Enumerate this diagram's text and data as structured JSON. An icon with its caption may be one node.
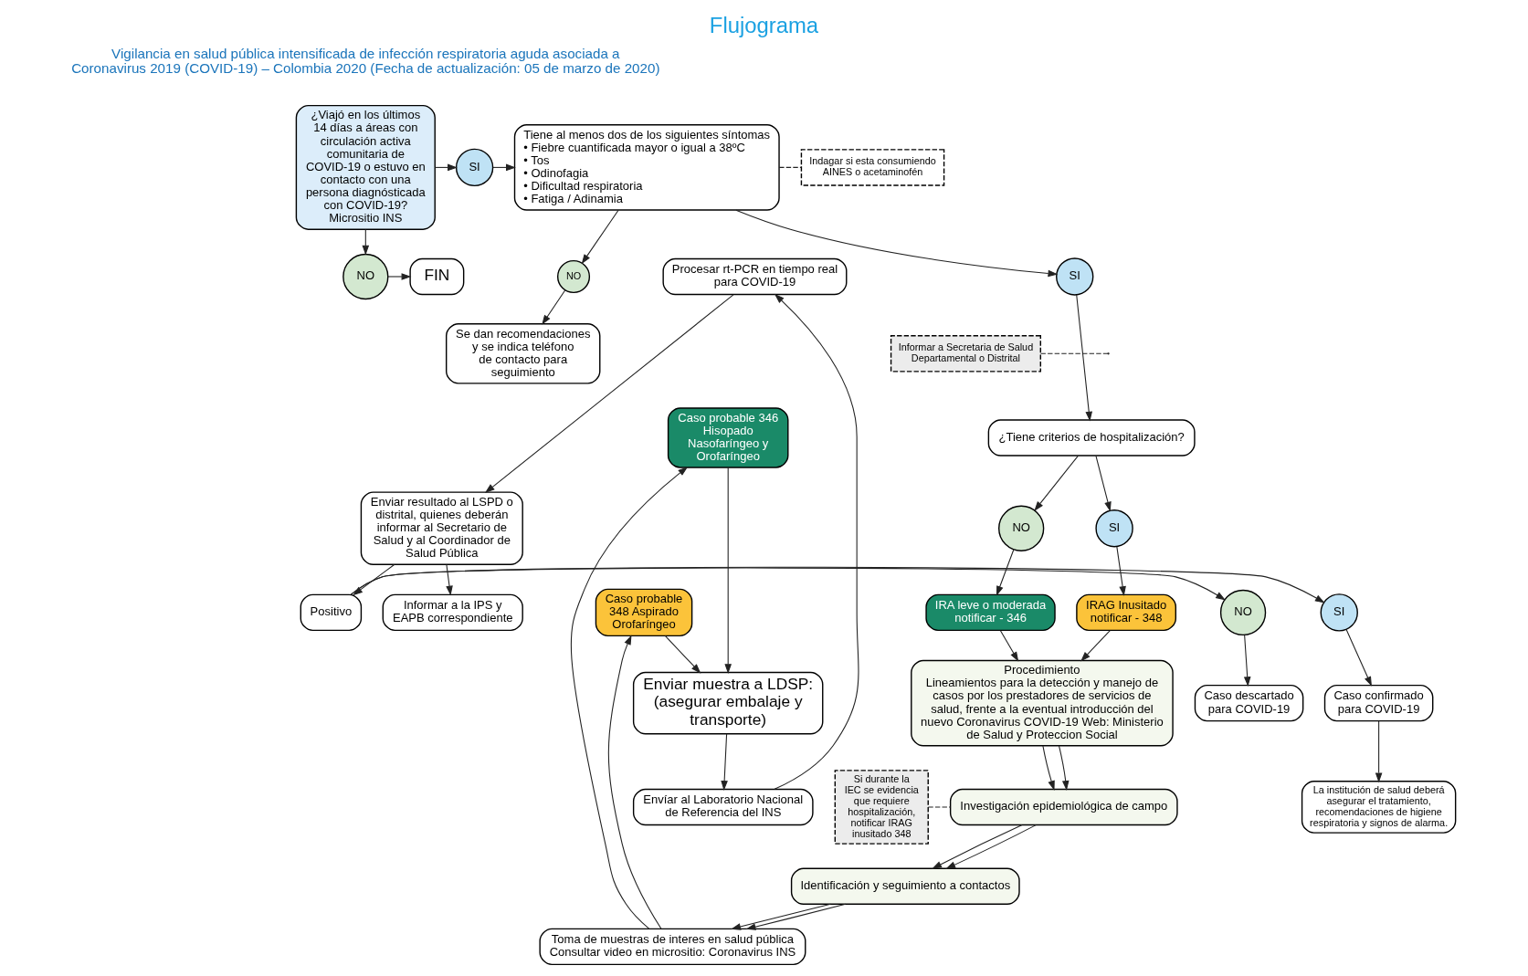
{
  "diagram": {
    "title": "Flujograma",
    "nodes": [
      {
        "text": [
          "¿Viajó en los últimos 14 días a áreas con circulación activa comunitaria de COVID-19 o estuvo en contacto con una persona diagnósticada con COVID-19?",
          "Micrositio INS"
        ]
      },
      {
        "text": [
          "SI"
        ]
      },
      {
        "text": [
          "Tiene al menos dos de los siguientes síntomas",
          "• Fiebre cuantificada mayor o igual a 38ºC",
          "• Tos",
          "• Odinofagia",
          "• Dificultad respiratoria",
          "• Fatiga / Adinamia"
        ]
      },
      {
        "text": [
          "Indagar si esta consumiendo AINES o acetaminofén"
        ]
      },
      {
        "text": [
          "NO"
        ]
      },
      {
        "text": [
          "FIN"
        ]
      },
      {
        "text": [
          "SI"
        ]
      },
      {
        "text": [
          "Informar a Secretaria de Salud Departamental o Distrital"
        ]
      },
      {
        "text": [
          "NO"
        ]
      },
      {
        "text": [
          "Se dan recomendaciones y se indica teléfono de contacto para seguimiento"
        ]
      },
      {
        "text": [
          "¿Tiene criterios de hospitalización?"
        ]
      },
      {
        "text": [
          "NO"
        ]
      },
      {
        "text": [
          "SI"
        ]
      },
      {
        "text": [
          "IRA leve o moderada notificar - 346"
        ]
      },
      {
        "text": [
          "IRAG Inusitado notificar - 348"
        ]
      },
      {
        "text": [
          "Procedimiento",
          "Lineamientos para la detección y manejo de casos por los prestadores de servicios de salud, frente a la eventual introducción del nuevo Coronavirus COVID-19 Web: Ministerio de Salud y Proteccion Social"
        ]
      },
      {
        "text": [
          "Investigación epidemiológica de campo"
        ]
      },
      {
        "text": [
          "Identificación y seguimiento a contactos"
        ]
      },
      {
        "text": [
          "Toma de muestras de interes en salud pública",
          "Consultar video en micrositio: Coronavirus INS"
        ]
      },
      {
        "text": [
          "Si durante la IEC se evidencia que requiere hospitalización, notificar IRAG inusitado 348"
        ]
      },
      {
        "text": [
          "Caso probable 346 Hisopado Nasofaríngeo y Orofaríngeo"
        ]
      },
      {
        "text": [
          "Caso probable 348 Aspirado Orofaríngeo"
        ]
      },
      {
        "text": [
          "Enviar muestra a LDSP: (asegurar embalaje y transporte)"
        ]
      },
      {
        "text": [
          "Envíar al Laboratorio Nacional de Referencia del INS"
        ]
      },
      {
        "text": [
          "Procesar rt-PCR en tiempo real para COVID-19"
        ]
      },
      {
        "text": [
          "Enviar resultado al LSPD o distrital, quienes deberán informar al Secretario de Salud y al Coordinador de Salud Pública"
        ]
      },
      {
        "text": [
          "Informar a la IPS y EAPB correspondiente"
        ]
      },
      {
        "text": [
          "Positivo"
        ]
      },
      {
        "text": [
          "SI"
        ]
      },
      {
        "text": [
          "NO"
        ]
      },
      {
        "text": [
          "Caso confirmado para COVID-19"
        ]
      },
      {
        "text": [
          "Caso descartado para COVID-19"
        ]
      },
      {
        "text": [
          "La institución de salud deberá asegurar el tratamiento, recomendaciones de higiene respiratoria y signos de alarma."
        ]
      }
    ],
    "edges": [
      {
        "from": 0,
        "to": 1,
        "arrow": "to"
      },
      {
        "from": 1,
        "to": 2,
        "arrow": "to"
      },
      {
        "from": 2,
        "to": 3,
        "arrow": "none",
        "style": "dashed"
      },
      {
        "from": 0,
        "to": 4,
        "arrow": "to"
      },
      {
        "from": 4,
        "to": 5,
        "arrow": "to"
      },
      {
        "from": 2,
        "to": 8,
        "arrow": "to"
      },
      {
        "from": 8,
        "to": 9,
        "arrow": "to"
      },
      {
        "from": 2,
        "to": 6,
        "arrow": "to"
      },
      {
        "from": 6,
        "to": 10,
        "arrow": "to"
      },
      {
        "from": 7,
        "to": null,
        "arrow": "none",
        "style": "dashed"
      },
      {
        "from": 10,
        "to": 11,
        "arrow": "to"
      },
      {
        "from": 10,
        "to": 12,
        "arrow": "to"
      },
      {
        "from": 11,
        "to": 13,
        "arrow": "to"
      },
      {
        "from": 12,
        "to": 14,
        "arrow": "to"
      },
      {
        "from": 13,
        "to": 15,
        "arrow": "to"
      },
      {
        "from": 14,
        "to": 15,
        "arrow": "to"
      },
      {
        "from": 15,
        "to": 16,
        "arrow": "to"
      },
      {
        "from": 15,
        "to": 16,
        "arrow": "to"
      },
      {
        "from": 16,
        "to": 17,
        "arrow": "to"
      },
      {
        "from": 16,
        "to": 17,
        "arrow": "to"
      },
      {
        "from": 17,
        "to": 18,
        "arrow": "to"
      },
      {
        "from": 17,
        "to": 18,
        "arrow": "to"
      },
      {
        "from": 19,
        "to": 16,
        "arrow": "none",
        "style": "dashed"
      },
      {
        "from": 18,
        "to": 20,
        "arrow": "to"
      },
      {
        "from": 18,
        "to": 21,
        "arrow": "to"
      },
      {
        "from": 20,
        "to": 22,
        "arrow": "to"
      },
      {
        "from": 21,
        "to": 22,
        "arrow": "to"
      },
      {
        "from": 22,
        "to": 23,
        "arrow": "to"
      },
      {
        "from": 23,
        "to": 24,
        "arrow": "to"
      },
      {
        "from": 24,
        "to": 25,
        "arrow": "to"
      },
      {
        "from": 25,
        "to": 26,
        "arrow": "to"
      },
      {
        "from": 25,
        "to": 27,
        "arrow": "to"
      },
      {
        "from": 27,
        "to": 28,
        "arrow": "to"
      },
      {
        "from": 27,
        "to": 29,
        "arrow": "to"
      },
      {
        "from": 28,
        "to": 30,
        "arrow": "to"
      },
      {
        "from": 29,
        "to": 31,
        "arrow": "to"
      },
      {
        "from": 30,
        "to": 32,
        "arrow": "to"
      }
    ],
    "labels": [
      "Vigilancia en salud pública intensificada de infección respiratoria aguda asociada a Coronavirus 2019 (COVID-19) – Colombia 2020 (Fecha de actualización: 05 de marzo de 2020)"
    ]
  }
}
